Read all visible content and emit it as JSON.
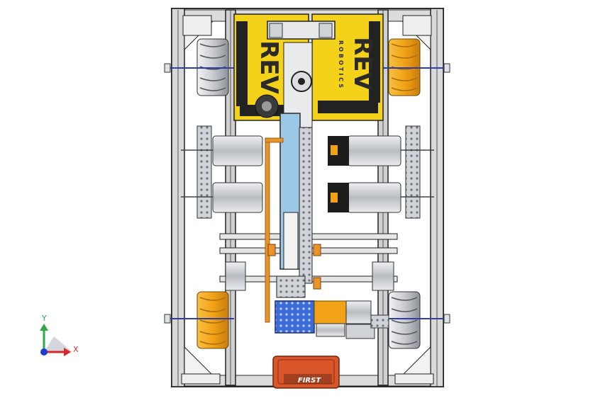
{
  "viewport": {
    "title": "",
    "background": "#ffffff"
  },
  "model": {
    "board_left_logo": "REV",
    "board_right_logo": "REV",
    "board_right_subtext": "ROBOTICS",
    "battery_label": "FIRST"
  },
  "triad": {
    "y_label": "Y",
    "x_label": "X",
    "y_color": "#2ea84a",
    "x_color": "#d9262b",
    "z_color": "#1f3bd6"
  },
  "colors": {
    "frame_dark": "#2a2a2a",
    "frame_light": "#d9d9d9",
    "rev_yellow": "#f5d21a",
    "wheel_orange": "#f2a216",
    "wheel_silver": "#c9ccd1",
    "arm_blue": "#9cc8e6",
    "belt_orange": "#e8942a",
    "motor_silver": "#c7c9cc",
    "hub_blue": "#3a6bd6",
    "battery_orange": "#d9562b"
  }
}
